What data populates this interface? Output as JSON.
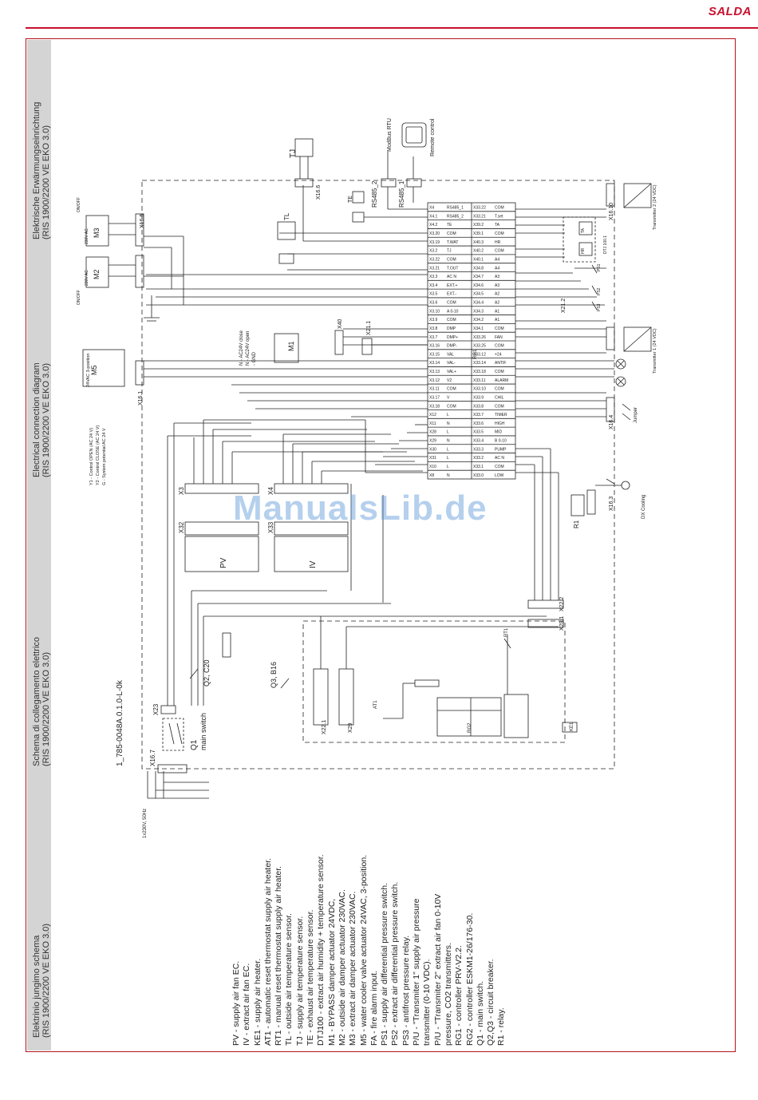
{
  "brand": "SALDA",
  "titles": [
    {
      "line1": "Elektrinio jungimo schema",
      "line2": "(RIS 1900/2200 VE EKO 3.0)"
    },
    {
      "line1": "Schema di collegamento elettrico",
      "line2": "(RIS 1900/2200 VE EKO 3.0)"
    },
    {
      "line1": "Electrical connection diagram",
      "line2": "(RIS 1900/2200 VE EKO 3.0)"
    },
    {
      "line1": "Elektrische Erwärmungseinrichtung",
      "line2": "(RIS 1900/2200 VE EKO 3.0)"
    }
  ],
  "diagram_code": "1_785-0048A.0.1.0-L-0k",
  "watermark": "ManualsLib.de",
  "legend": [
    "PV - supply air fan EC.",
    "IV - extract air fan EC.",
    "KE1 - supply air heater.",
    "AT1 - automatic reset thermostat supply air heater.",
    "RT1 - manual reset thermostat supply air heater.",
    "TL - outside air temperature sensor.",
    "TJ - supply air temperature sensor.",
    "TE - exhaust air temperature sensor.",
    "DTJ100 - extract air humidity + temperature sensor.",
    "M1 - BYPASS damper actuator 24VDC,",
    "M2 - outside air damper actuator 230VAC.",
    "M3 - extract air damper actuator 230VAC.",
    "M5 - water cooler valve actuator 24VAC, 3-position.",
    "FA - fire alarm input.",
    "PS1 - supply air differential pressure switch.",
    "PS2 - extract air differential pressure switch.",
    "PS3 - antifrost pressure relay.",
    "P/U - \"Transmiter 1\" supply air pressure",
    "transmitter (0-10 VDC).",
    "P/U - \"Transmiter 2\" extract air fan 0-10V",
    "pressure, CO2 transmitters.",
    "RG1 - controller PRV-V2.2.",
    "RG2 - controller ESKM1-26/176-30.",
    "Q1 - main switch.",
    "Q2,Q3 - circuit breaker.",
    "R1 - relay."
  ],
  "labels": {
    "supply": "1x230V, 50Hz",
    "q1": "Q1",
    "main_switch": "main switch",
    "x16_7": "X16.7",
    "x23": "X23",
    "q2": "Q2, C20",
    "q3": "Q3, B16",
    "x22_1": "X22.1",
    "x29": "X29",
    "ke1": "KE1",
    "rg2": "RG2",
    "x22_2": "X22.2",
    "x29b": "X29.1",
    "at1": "AT1",
    "rt1": "RT1",
    "pv": "PV",
    "iv": "IV",
    "x3": "X3",
    "x4": "X4",
    "x32": "X32",
    "x33": "X33",
    "m5": "M5",
    "m5_title": "24VAC 3-position",
    "m5_y1": "Y1 - Control OPEN (AC 24 V)",
    "m5_y2": "Y2 - Control CLOSE (AC 24 V)",
    "m5_g": "G - System potential AC 24 V",
    "x16_1": "X16.1",
    "m1": "M1",
    "m1_desc1": "N - AC24V open",
    "m1_desc2": "N - AC24V close",
    "m1_desc3": "- GND",
    "x40": "X40",
    "x21_1": "X21.1",
    "m2": "M2",
    "m3": "M3",
    "m_voltage": "230V AC",
    "onoff": "ON/OFF",
    "x16_5": "X16.5",
    "tl": "TL",
    "tj": "TJ",
    "te": "TE",
    "x16_6": "X16.6",
    "rs485_2": "RS485_2",
    "rs485_1": "RS485_1",
    "modbus": "ModBus RTU",
    "remote": "Remote control",
    "rg1": "RG1",
    "x16_10": "X16.10",
    "transmitter2": "Transmitter 2 (24 VDC)",
    "transmitter1": "Transmitter 1 (24 VDC)",
    "x16_4": "X16.4",
    "x16_3": "X16.3",
    "x21_2": "X21.2",
    "ps1": "PS1",
    "ps2": "PS2",
    "ps3": "PS3",
    "dx": "DX Cooling",
    "r1": "R1",
    "jumper": "Jumper",
    "dtj": "DTJ 100.1",
    "hr": "HR",
    "ta": "TA"
  },
  "rg1_left": [
    "X4",
    "X4.1",
    "X4.2",
    "X3.20",
    "X3.19",
    "X3.2",
    "X3.22",
    "X3.21",
    "X3.3",
    "X3.4",
    "X3.5",
    "X3.6",
    "X3.10",
    "X3.9",
    "X3.8",
    "X3.7",
    "X3.16",
    "X3.15",
    "X3.14",
    "X3.13",
    "X3.12",
    "X3.11",
    "X3.17",
    "X3.18",
    "X12",
    "X11",
    "X28",
    "X29",
    "X30",
    "X31",
    "X10",
    "X8"
  ],
  "rg1_left_names": [
    "RS485_1",
    "RS485_2",
    "TE",
    "COM",
    "T.WAT",
    "TJ",
    "COM",
    "T.OUT",
    "AC N",
    "EXT.+",
    "EXT.-",
    "COM",
    "A 0-10",
    "COM",
    "DMP",
    "DMP+",
    "DMP-",
    "VAL",
    "VAL-",
    "VAL+",
    "V2",
    "COM",
    "V",
    "COM",
    "L",
    "N",
    "L",
    "N",
    "L",
    "L",
    "L",
    "N"
  ],
  "rg1_right": [
    "X33.22",
    "X33.21",
    "X39.2",
    "X39.1",
    "X40.3",
    "X40.2",
    "X40.1",
    "X34.8",
    "X34.7",
    "X34.6",
    "X34.5",
    "X34.4",
    "X34.3",
    "X34.2",
    "X34.1",
    "X33.26",
    "X33.25",
    "X33.12",
    "X33.14",
    "X33.18",
    "X33.11",
    "X33.10",
    "X33.9",
    "X33.8",
    "X33.7",
    "X33.6",
    "X33.5",
    "X33.4",
    "X33.3",
    "X33.2",
    "X33.1",
    "X33.0"
  ],
  "rg1_right_names": [
    "COM",
    "T.set",
    "TA",
    "COM",
    "HR",
    "COM",
    "A4",
    "A4",
    "A3",
    "A3",
    "A2",
    "A2",
    "A1",
    "A1",
    "COM",
    "FAN",
    "COM",
    "+24",
    "ANTIF",
    "COM",
    "ALARM",
    "COM",
    "CHIL",
    "COM",
    "TIMER",
    "HIGH",
    "MID",
    "B 0-10",
    "PUMP",
    "AC N",
    "COM",
    "LOW"
  ]
}
